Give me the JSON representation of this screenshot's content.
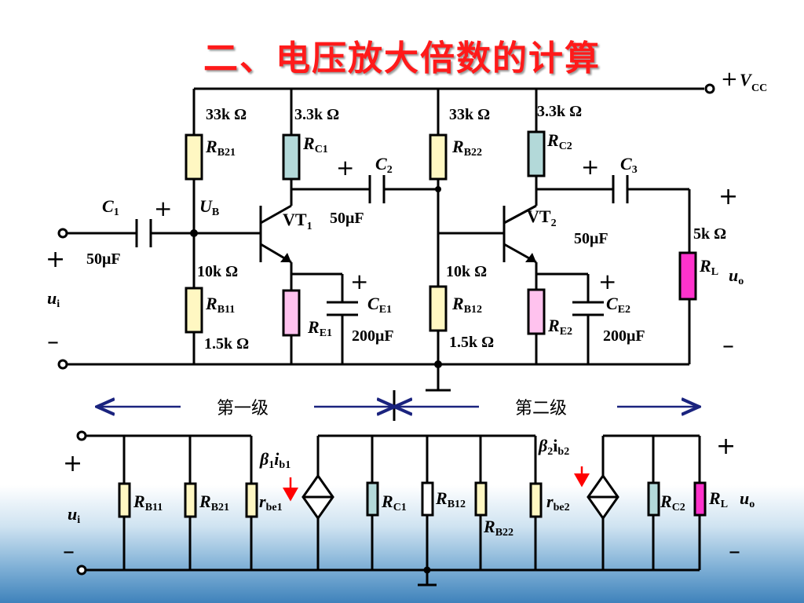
{
  "title": "二、电压放大倍数的计算",
  "vcc": {
    "sign": "+",
    "symbol": "V",
    "sub": "CC"
  },
  "resistors": {
    "rb21": {
      "name": "R",
      "sub": "B21",
      "value": "33k Ω",
      "color": "#fff7c2"
    },
    "rc1": {
      "name": "R",
      "sub": "C1",
      "value": "3.3k Ω",
      "color": "#b3d9d9"
    },
    "rb22": {
      "name": "R",
      "sub": "B22",
      "value": "33k Ω",
      "color": "#fff7c2"
    },
    "rc2": {
      "name": "R",
      "sub": "C2",
      "value": "3.3k Ω",
      "color": "#b3d9d9"
    },
    "rb11": {
      "name": "R",
      "sub": "B11",
      "value": "10k Ω",
      "color": "#fff7c2"
    },
    "re1": {
      "name": "R",
      "sub": "E1",
      "value": "1.5k Ω",
      "color": "#ffc2ee"
    },
    "rb12": {
      "name": "R",
      "sub": "B12",
      "value": "10k Ω",
      "color": "#fff7c2"
    },
    "re2": {
      "name": "R",
      "sub": "E2",
      "value": "1.5k Ω",
      "color": "#ffc2ee"
    },
    "rl": {
      "name": "R",
      "sub": "L",
      "value": "5k Ω",
      "color": "#ff33cc"
    }
  },
  "capacitors": {
    "c1": {
      "name": "C",
      "sub": "1",
      "value": "50μF",
      "polarity": "+"
    },
    "c2": {
      "name": "C",
      "sub": "2",
      "value": "50μF",
      "polarity": "+"
    },
    "c3": {
      "name": "C",
      "sub": "3",
      "value": "50μF",
      "polarity": "+"
    },
    "ce1": {
      "name": "C",
      "sub": "E1",
      "value": "200μF",
      "polarity": "+"
    },
    "ce2": {
      "name": "C",
      "sub": "E2",
      "value": "200μF",
      "polarity": "+"
    }
  },
  "transistors": {
    "vt1": {
      "name": "VT",
      "sub": "1"
    },
    "vt2": {
      "name": "VT",
      "sub": "2"
    }
  },
  "nodes": {
    "ub": {
      "name": "U",
      "sub": "B"
    },
    "ui": {
      "name": "u",
      "sub": "i"
    },
    "uo": {
      "name": "u",
      "sub": "o"
    },
    "plus": "+",
    "minus": "–"
  },
  "stages": {
    "first": "第一级",
    "second": "第二级"
  },
  "equivalent": {
    "rbe1": {
      "name": "r",
      "sub": "be1"
    },
    "rbe2": {
      "name": "r",
      "sub": "be2"
    },
    "src1": {
      "beta": "β",
      "beta_sub": "1",
      "i": "i",
      "i_sub": "b1"
    },
    "src2": {
      "beta": "β",
      "beta_sub": "2",
      "i": "i",
      "i_sub": "b2"
    }
  },
  "colors": {
    "title": "#ff1a1a",
    "wire": "#000000",
    "arrow": "#1a237e",
    "current_arrow": "#ff0000"
  }
}
